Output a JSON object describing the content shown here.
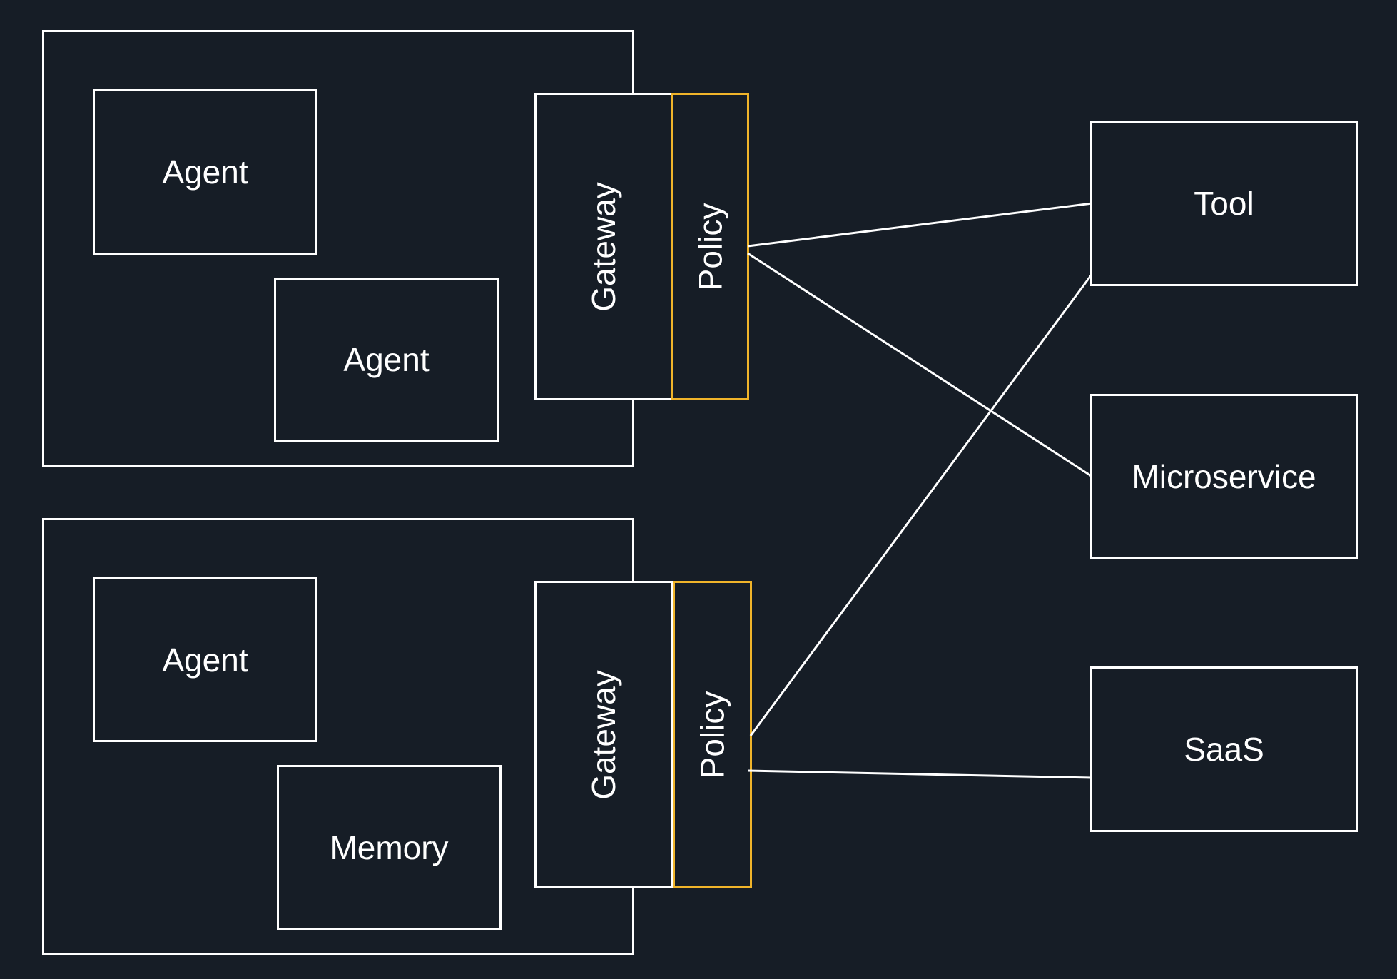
{
  "clusters": [
    {
      "nodes": [
        "Agent",
        "Agent"
      ],
      "gateway_label": "Gateway",
      "policy_label": "Policy"
    },
    {
      "nodes": [
        "Agent",
        "Memory"
      ],
      "gateway_label": "Gateway",
      "policy_label": "Policy"
    }
  ],
  "targets": [
    "Tool",
    "Microservice",
    "SaaS"
  ],
  "colors": {
    "background": "#161d26",
    "stroke": "#ffffff",
    "policy_accent": "#f0b42a"
  }
}
